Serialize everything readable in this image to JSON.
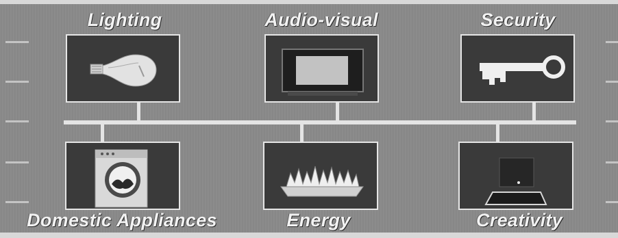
{
  "diagram": {
    "top_labels": {
      "lighting": "Lighting",
      "audio_visual": "Audio-visual",
      "security": "Security"
    },
    "bottom_labels": {
      "domestic_appliances": "Domestic Appliances",
      "energy": "Energy",
      "creativity": "Creativity"
    }
  },
  "icons": {
    "lighting": "light-bulb-icon",
    "audio_visual": "television-icon",
    "security": "key-icon",
    "domestic_appliances": "washing-machine-icon",
    "energy": "fire-flames-icon",
    "creativity": "computer-monitor-icon"
  },
  "colors": {
    "background": "#8a8a8a",
    "box_fill": "#3a3a3a",
    "line": "#e4e4e4",
    "label": "#f2f2f2"
  }
}
